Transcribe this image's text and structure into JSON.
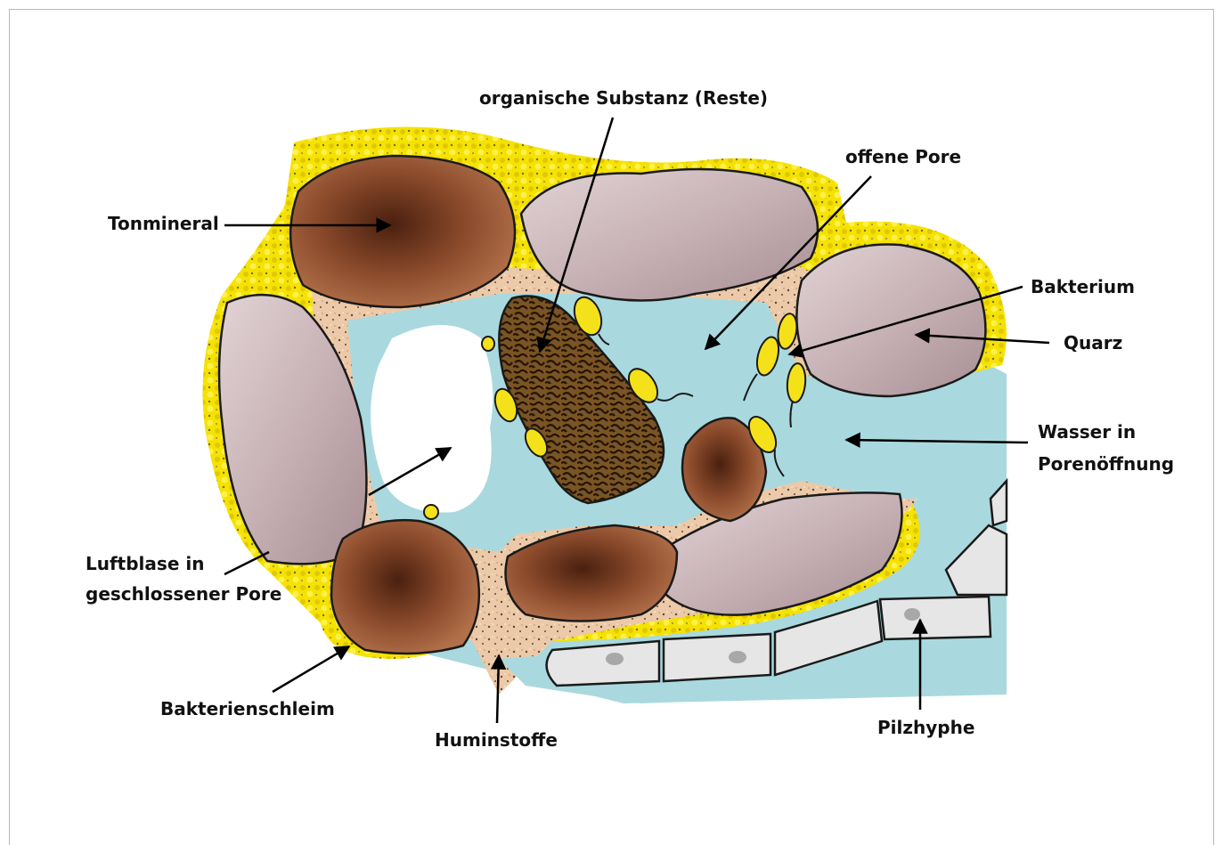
{
  "labels": {
    "organische_substanz": "organische Substanz (Reste)",
    "offene_pore": "offene Pore",
    "tonmineral": "Tonmineral",
    "bakterium": "Bakterium",
    "quarz": "Quarz",
    "wasser_line1": "Wasser in",
    "wasser_line2": "Porenöffnung",
    "luftblase_line1": "Luftblase in",
    "luftblase_line2": "geschlossener Pore",
    "bakterienschleim": "Bakterienschleim",
    "huminstoffe": "Huminstoffe",
    "pilzhyphe": "Pilzhyphe"
  },
  "colors": {
    "water": "#a9d9de",
    "quartz": "#cdbcbf",
    "clay": "#8a4a2b",
    "organic": "#5a3a18",
    "bacteria": "#f5e11a",
    "slime": "#f2e300",
    "humus": "#ecc9a8",
    "hyphae": "#e9e9e9"
  }
}
